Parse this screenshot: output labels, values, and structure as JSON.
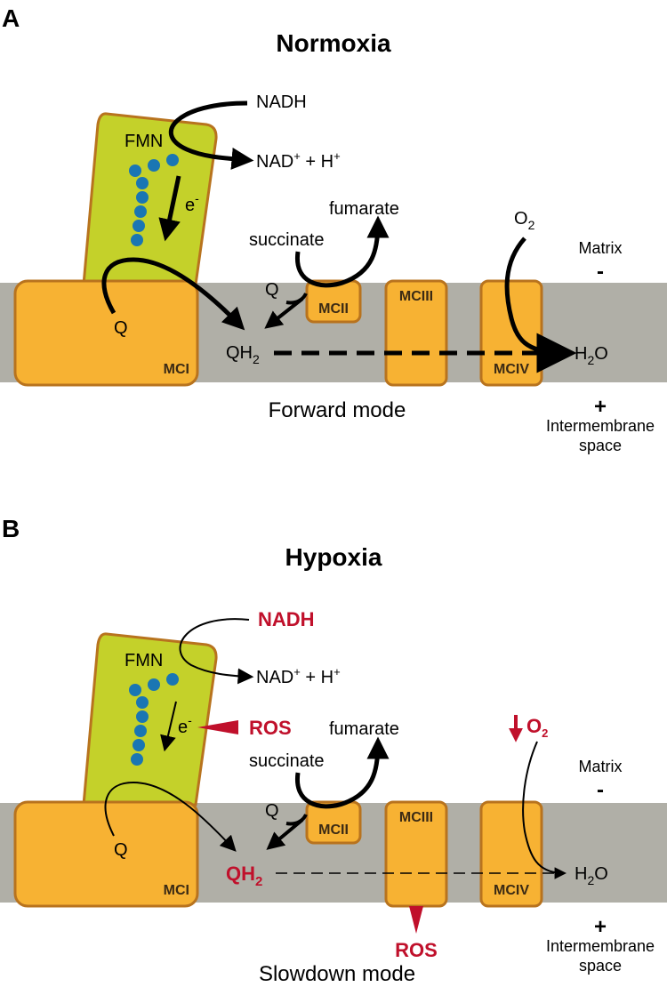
{
  "colors": {
    "membrane": "#b0afa7",
    "complex_fill": "#f7b233",
    "complex_stroke": "#b8731e",
    "fmn_fill": "#c4d12a",
    "fmn_dots": "#1a76b3",
    "highlight": "#c0102b"
  },
  "panel_a": {
    "letter": "A",
    "title": "Normoxia",
    "nadh": "NADH",
    "nad": "NAD",
    "nad_tail": " + H",
    "fmn": "FMN",
    "electron": "e",
    "q_mci": "Q",
    "qh2_q": "QH",
    "qh2_sub": "2",
    "succinate": "succinate",
    "fumarate": "fumarate",
    "q_mcii": "Q",
    "o2_o": "O",
    "o2_sub": "2",
    "h2o_h": "H",
    "h2o_sub": "2",
    "h2o_o": "O",
    "mci": "MCI",
    "mcii": "MCII",
    "mciii": "MCIII",
    "mciv": "MCIV",
    "matrix": "Matrix",
    "minus": "-",
    "plus": "+",
    "intermembrane_1": "Intermembrane",
    "intermembrane_2": "space",
    "mode": "Forward mode"
  },
  "panel_b": {
    "letter": "B",
    "title": "Hypoxia",
    "nadh": "NADH",
    "nad": "NAD",
    "nad_tail": " + H",
    "fmn": "FMN",
    "electron": "e",
    "ros_upper": "ROS",
    "ros_lower": "ROS",
    "q_mci": "Q",
    "qh2_q": "QH",
    "qh2_sub": "2",
    "succinate": "succinate",
    "fumarate": "fumarate",
    "q_mcii": "Q",
    "o2_o": "O",
    "o2_sub": "2",
    "h2o_h": "H",
    "h2o_sub": "2",
    "h2o_o": "O",
    "mci": "MCI",
    "mcii": "MCII",
    "mciii": "MCIII",
    "mciv": "MCIV",
    "matrix": "Matrix",
    "minus": "-",
    "plus": "+",
    "intermembrane_1": "Intermembrane",
    "intermembrane_2": "space",
    "mode": "Slowdown mode"
  }
}
